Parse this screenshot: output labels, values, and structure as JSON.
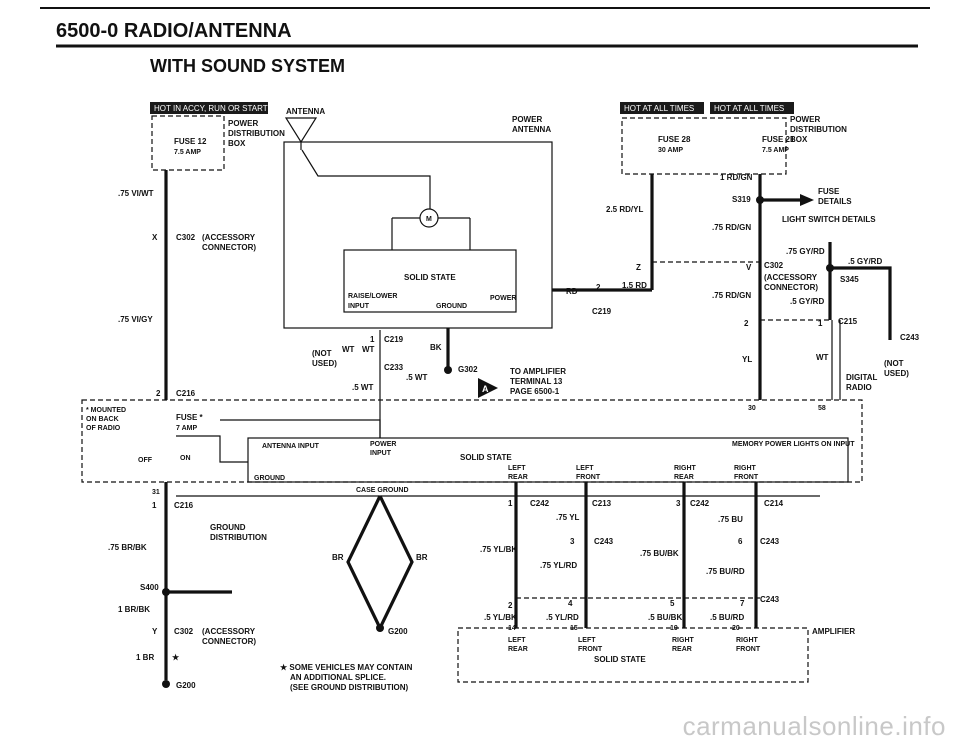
{
  "page": {
    "title": "6500-0  RADIO/ANTENNA",
    "subtitle": "WITH SOUND SYSTEM",
    "watermark": "carmanualsonline.info"
  },
  "badges": {
    "hot_accy": "HOT IN ACCY, RUN OR START",
    "hot_all_1": "HOT AT ALL TIMES",
    "hot_all_2": "HOT AT ALL TIMES"
  },
  "labels": {
    "antenna": "ANTENNA",
    "power_dist_l1": "POWER",
    "power_dist_l2": "DISTRIBUTION",
    "power_dist_l3": "BOX",
    "fuse12": "FUSE 12",
    "fuse12_amp": "7.5 AMP",
    "power_antenna_1": "POWER",
    "power_antenna_2": "ANTENNA",
    "fuse28": "FUSE 28",
    "fuse28_amp": "30 AMP",
    "fuse21": "FUSE 21",
    "fuse21_amp": "7.5 AMP",
    "power_dist_r1": "POWER",
    "power_dist_r2": "DISTRIBUTION",
    "power_dist_r3": "BOX",
    "w_75_vi_wt": ".75 VI/WT",
    "x": "X",
    "c302": "C302",
    "accessory_connector_1": "(ACCESSORY",
    "accessory_connector_2": "CONNECTOR)",
    "w_75_vi_gy": ".75 VI/GY",
    "num2": "2",
    "c216": "C216",
    "motor": "M",
    "solid_state": "SOLID STATE",
    "raise_lower": "RAISE/LOWER",
    "input": "INPUT",
    "ground": "GROUND",
    "power": "POWER",
    "rd": "RD",
    "num_2b": "2",
    "w_15_rd": "1.5 RD",
    "c219": "C219",
    "w_25_rd_yl": "2.5 RD/YL",
    "w_1_rd_gn": "1 RD/GN",
    "s319": "S319",
    "fuse_details_1": "FUSE",
    "fuse_details_2": "DETAILS",
    "light_switch": "LIGHT SWITCH DETAILS",
    "w_75_rd_gn": ".75 RD/GN",
    "w_75_gy_rd": ".75 GY/RD",
    "w_5_gy_rd": ".5 GY/RD",
    "z": "Z",
    "v": "V",
    "c302b": "C302",
    "accessory_r1": "(ACCESSORY",
    "accessory_r2": "CONNECTOR)",
    "s345": "S345",
    "w_75_rd_gn2": ".75 RD/GN",
    "w_5_gy_rd2": ".5 GY/RD",
    "num2c": "2",
    "num1": "1",
    "c215": "C215",
    "c243": "C243",
    "not_used_r1": "(NOT",
    "not_used_r2": "USED)",
    "digital_radio_1": "DIGITAL",
    "digital_radio_2": "RADIO",
    "yl": "YL",
    "wt": "WT",
    "num1b": "1",
    "c219b": "C219",
    "not_used_l1": "(NOT",
    "not_used_l2": "USED)",
    "wt_a": "WT",
    "wt_b": "WT",
    "bk": "BK",
    "c233": "C233",
    "w_5wt": ".5 WT",
    "w_5wt2": ".5 WT",
    "g302": "G302",
    "amp_ref_1": "TO AMPLIFIER",
    "amp_ref_2": "TERMINAL 13",
    "amp_ref_3": "PAGE 6500-1",
    "ref_letter": "A",
    "mounted_1": "* MOUNTED",
    "mounted_2": "ON BACK",
    "mounted_3": "OF RADIO",
    "fuse_star": "FUSE *",
    "fuse_star_amp": "7 AMP",
    "off": "OFF",
    "on": "ON",
    "antenna_input": "ANTENNA INPUT",
    "power_input_1": "POWER",
    "power_input_2": "INPUT",
    "solid_state_radio": "SOLID STATE",
    "memory_power": "MEMORY POWER  LIGHTS ON INPUT",
    "num30": "30",
    "num58": "58",
    "ground_radio": "GROUND",
    "left_rear_1": "LEFT",
    "left_rear_2": "REAR",
    "left_front_1": "LEFT",
    "left_front_2": "FRONT",
    "right_rear_1": "RIGHT",
    "right_rear_2": "REAR",
    "right_front_1": "RIGHT",
    "right_front_2": "FRONT",
    "case_ground": "CASE GROUND",
    "num31": "31",
    "num1c": "1",
    "c216b": "C216",
    "ground_dist_1": "GROUND",
    "ground_dist_2": "DISTRIBUTION",
    "w_75_br_bk": ".75 BR/BK",
    "s400": "S400",
    "w_1_br_bk": "1 BR/BK",
    "y": "Y",
    "c302c": "C302",
    "accessory_b1": "(ACCESSORY",
    "accessory_b2": "CONNECTOR)",
    "w_1_br": "1 BR",
    "star": "★",
    "g200": "G200",
    "br_l": "BR",
    "br_r": "BR",
    "g200b": "G200",
    "note_1": "★ SOME VEHICLES MAY CONTAIN",
    "note_2": "AN ADDITIONAL SPLICE.",
    "note_3": "(SEE GROUND DISTRIBUTION)",
    "num1d": "1",
    "c242": "C242",
    "c213": "C213",
    "num3": "3",
    "c242b": "C242",
    "c214": "C214",
    "w_75_yl": ".75 YL",
    "w_75_bu": ".75 BU",
    "w_75_yl_bk": ".75 YL/BK",
    "num3b": "3",
    "c243b": "C243",
    "w_75_bu_bk": ".75 BU/BK",
    "num6": "6",
    "c243c": "C243",
    "w_75_yl_rd": ".75 YL/RD",
    "w_75_bu_rd": ".75 BU/RD",
    "num2d": "2",
    "num4": "4",
    "num5": "5",
    "num7": "7",
    "c243d": "C243",
    "w_5_yl_bk": ".5 YL/BK",
    "w_5_yl_rd": ".5 YL/RD",
    "w_5_bu_bk": ".5 BU/BK",
    "w_5_bu_rd": ".5 BU/RD",
    "num14": "14",
    "num15": "15",
    "num19": "19",
    "num20": "20",
    "amp_left_rear_1": "LEFT",
    "amp_left_rear_2": "REAR",
    "amp_left_front_1": "LEFT",
    "amp_left_front_2": "FRONT",
    "amp_right_rear_1": "RIGHT",
    "amp_right_rear_2": "REAR",
    "amp_right_front_1": "RIGHT",
    "amp_right_front_2": "FRONT",
    "amp_solid_state": "SOLID STATE",
    "amplifier": "AMPLIFIER"
  },
  "colors": {
    "ink": "#111111",
    "badge_bg": "#1a1a1a",
    "badge_text": "#ffffff",
    "watermark": "#c8c8c8"
  }
}
